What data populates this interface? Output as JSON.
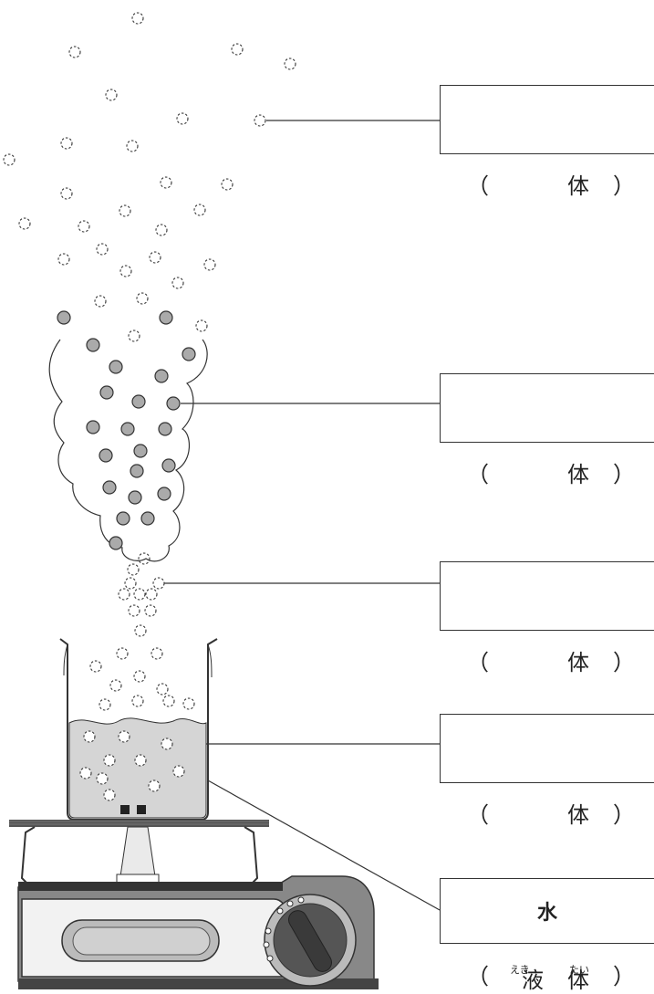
{
  "answer_boxes": [
    {
      "answer": "",
      "paren_open": "（",
      "paren_prefix": "",
      "kanji": "体",
      "paren_close": "）"
    },
    {
      "answer": "",
      "paren_open": "（",
      "paren_prefix": "",
      "kanji": "体",
      "paren_close": "）"
    },
    {
      "answer": "",
      "paren_open": "（",
      "paren_prefix": "",
      "kanji": "体",
      "paren_close": "）"
    },
    {
      "answer": "",
      "paren_open": "（",
      "paren_prefix": "",
      "kanji": "体",
      "paren_close": "）"
    },
    {
      "answer": "水",
      "paren_open": "（",
      "paren_prefix": "液",
      "prefix_ruby": "えき",
      "kanji": "体",
      "kanji_ruby": "たい",
      "paren_close": "）"
    }
  ]
}
